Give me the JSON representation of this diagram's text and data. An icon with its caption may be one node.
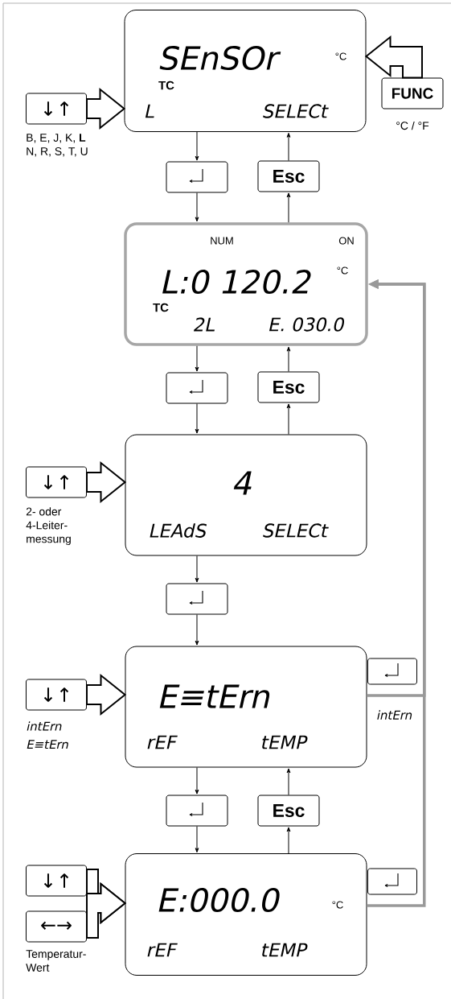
{
  "diagram": {
    "nodes": [
      {
        "text": [
          "SEnSOr",
          "TC",
          "L",
          "SELECt",
          "°C"
        ]
      },
      {
        "text": [
          "↓↑"
        ],
        "beside": [
          "B, E, J, K, **L** N, R, S, T, U"
        ]
      },
      {
        "text": [
          "FUNC"
        ],
        "beside": [
          "°C / °F"
        ]
      },
      {
        "text": [],
        "shape": "box"
      },
      {
        "text": [
          "Esc"
        ]
      },
      {
        "text": [
          "NUM",
          "ON",
          "L:0 120.2",
          "°C",
          "TC",
          "2L",
          "E. 030.0"
        ]
      },
      {
        "text": [],
        "shape": "box"
      },
      {
        "text": [
          "Esc"
        ]
      },
      {
        "text": [
          "4",
          "LEAdS",
          "SELECt"
        ]
      },
      {
        "text": [
          "↓↑"
        ],
        "beside": [
          "2- oder 4-Leiter- messung"
        ]
      },
      {
        "text": [],
        "shape": "box"
      },
      {
        "text": [
          "E≡tErn",
          "rEF",
          "tEMP"
        ]
      },
      {
        "text": [
          "↓↑"
        ],
        "beside": [
          "intErn",
          "E≡tErn"
        ]
      },
      {
        "text": [],
        "shape": "box"
      },
      {
        "text": [],
        "shape": "box"
      },
      {
        "text": [
          "Esc"
        ]
      },
      {
        "text": [
          "E:000.0",
          "°C",
          "rEF",
          "tEMP"
        ]
      },
      {
        "text": [
          "↓↑"
        ]
      },
      {
        "text": [
          "←→"
        ],
        "beside": [
          "Temperatur- Wert"
        ]
      },
      {
        "text": [],
        "shape": "box"
      }
    ],
    "edges": [
      {
        "from": 0,
        "to": 3,
        "arrow": "to"
      },
      {
        "from": 3,
        "to": 5,
        "arrow": "to"
      },
      {
        "from": 5,
        "to": 4,
        "arrow": "to"
      },
      {
        "from": 4,
        "to": 0,
        "arrow": "to"
      },
      {
        "from": 1,
        "to": 0,
        "arrow": "to",
        "style": "thick"
      },
      {
        "from": 2,
        "to": 0,
        "arrow": "to",
        "style": "thick"
      },
      {
        "from": 5,
        "to": 6,
        "arrow": "to"
      },
      {
        "from": 6,
        "to": 8,
        "arrow": "to"
      },
      {
        "from": 8,
        "to": 7,
        "arrow": "to"
      },
      {
        "from": 7,
        "to": 5,
        "arrow": "to"
      },
      {
        "from": 9,
        "to": 8,
        "arrow": "to",
        "style": "thick"
      },
      {
        "from": 8,
        "to": 10,
        "arrow": "to"
      },
      {
        "from": 10,
        "to": 11,
        "arrow": "to"
      },
      {
        "from": 12,
        "to": 11,
        "arrow": "to",
        "style": "thick"
      },
      {
        "from": 11,
        "to": 14,
        "arrow": "to"
      },
      {
        "from": 14,
        "to": 16,
        "arrow": "to"
      },
      {
        "from": 16,
        "to": 15,
        "arrow": "to"
      },
      {
        "from": 15,
        "to": 11,
        "arrow": "to"
      },
      {
        "from": 17,
        "to": 16,
        "arrow": "to",
        "style": "thick"
      },
      {
        "from": 18,
        "to": 16,
        "arrow": "to",
        "style": "thick"
      },
      {
        "from": 11,
        "to": 5,
        "arrow": "to",
        "style": "thick",
        "color": "#999999",
        "label": "intErn"
      },
      {
        "from": 16,
        "to": 5,
        "arrow": "to",
        "style": "thick",
        "color": "#999999"
      }
    ]
  }
}
